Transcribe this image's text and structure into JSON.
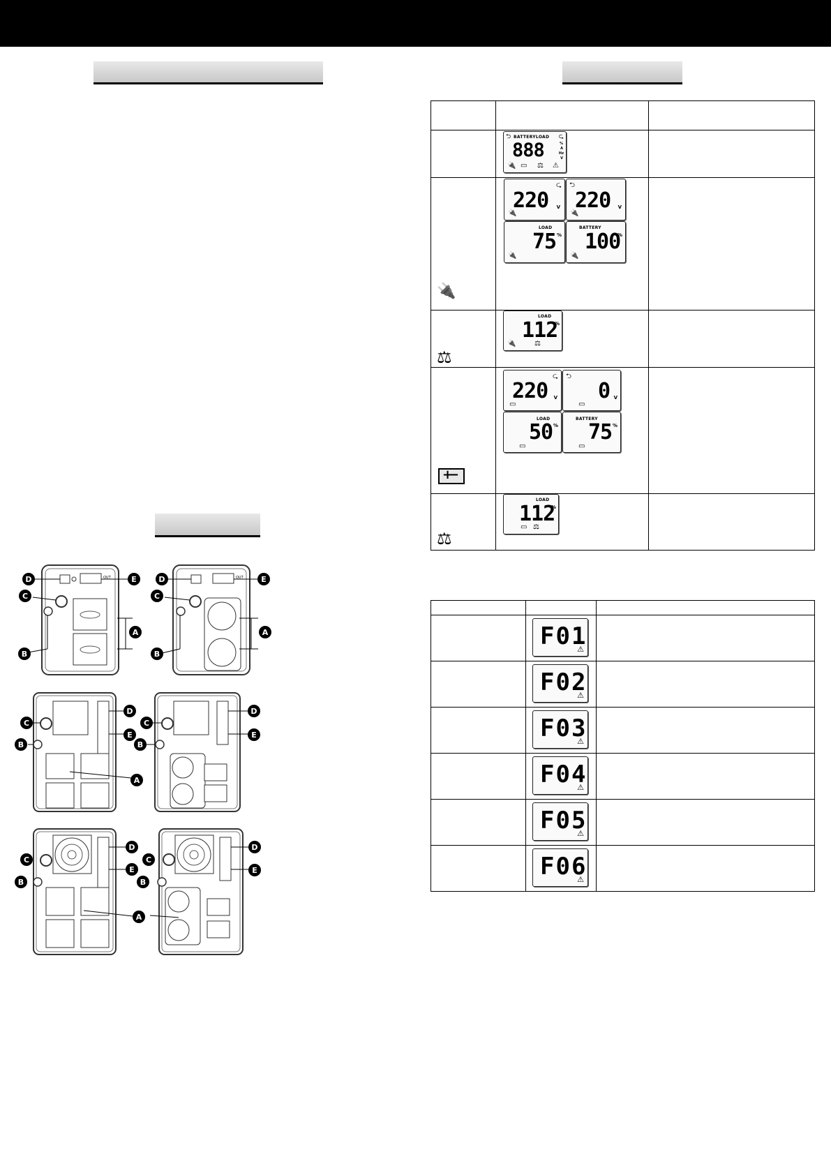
{
  "rear_panel_callouts": [
    "A",
    "B",
    "C",
    "D",
    "E"
  ],
  "lcd_panel": {
    "header_label": "BATTERYLOAD",
    "test_digits": "888",
    "unit_column": [
      "%",
      "A",
      "Hz",
      "V"
    ]
  },
  "line_mode": {
    "input": {
      "value": "220",
      "unit": "V"
    },
    "output": {
      "value": "220",
      "unit": "V"
    },
    "load": {
      "label": "LOAD",
      "value": "75",
      "unit": "%"
    },
    "battery": {
      "label": "BATTERY",
      "value": "100",
      "unit": "%"
    }
  },
  "line_overload": {
    "label": "LOAD",
    "value": "112",
    "unit": "%"
  },
  "battery_mode": {
    "output": {
      "value": "220",
      "unit": "V"
    },
    "input": {
      "value": "0",
      "unit": "V"
    },
    "load": {
      "label": "LOAD",
      "value": "50",
      "unit": "%"
    },
    "battery": {
      "label": "BATTERY",
      "value": "75",
      "unit": "%"
    }
  },
  "battery_overload": {
    "label": "LOAD",
    "value": "112",
    "unit": "%"
  },
  "fault_codes": [
    {
      "code": "F01"
    },
    {
      "code": "F02"
    },
    {
      "code": "F03"
    },
    {
      "code": "F04"
    },
    {
      "code": "F05"
    },
    {
      "code": "F06"
    }
  ],
  "icons": {
    "plug": "plug-icon",
    "overload": "overload-icon",
    "battery": "battery-icon",
    "warning": "warning-icon"
  }
}
